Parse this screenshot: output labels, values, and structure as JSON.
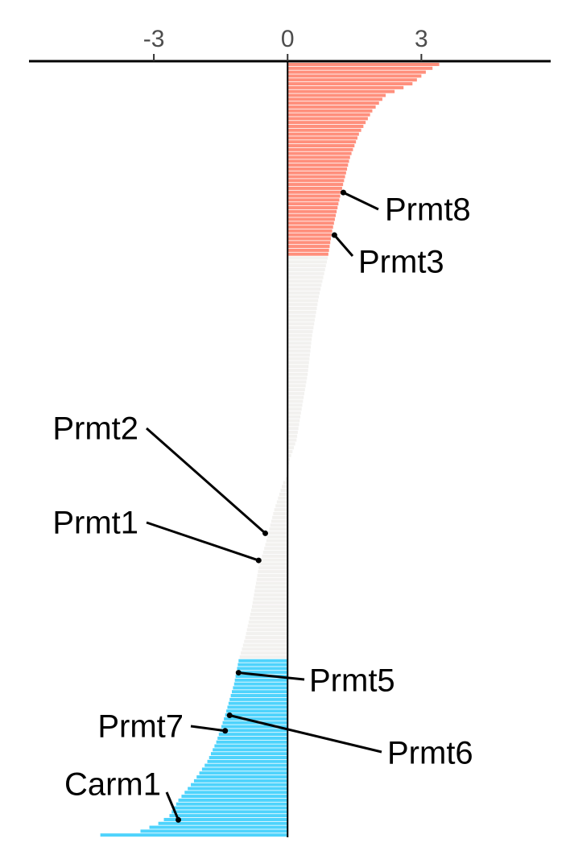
{
  "chart_data": {
    "type": "bar",
    "orientation": "horizontal",
    "title": "",
    "xlabel": "",
    "ylabel": "",
    "xlim": [
      -5.8,
      5.9
    ],
    "x_ticks": [
      {
        "value": -3,
        "label": "-3"
      },
      {
        "value": 0,
        "label": "0"
      },
      {
        "value": 3,
        "label": "3"
      }
    ],
    "grid": false,
    "legend": "none",
    "bar_count": 200,
    "colors": {
      "positive": "#FF8F7C",
      "neutral": "#F2F1EF",
      "negative": "#4ED3FC",
      "axis": "#000000",
      "tick_text": "#4d4d4d"
    },
    "segments": {
      "positive_rank_end": 50,
      "negative_rank_start": 154
    },
    "value_profile": [
      {
        "rank": 0,
        "value": 3.4
      },
      {
        "rank": 2,
        "value": 3.1
      },
      {
        "rank": 5,
        "value": 2.8
      },
      {
        "rank": 8,
        "value": 2.2
      },
      {
        "rank": 12,
        "value": 1.9
      },
      {
        "rank": 18,
        "value": 1.6
      },
      {
        "rank": 24,
        "value": 1.4
      },
      {
        "rank": 33,
        "value": 1.2
      },
      {
        "rank": 43,
        "value": 1.0
      },
      {
        "rank": 50,
        "value": 0.9
      },
      {
        "rank": 60,
        "value": 0.7
      },
      {
        "rank": 70,
        "value": 0.55
      },
      {
        "rank": 80,
        "value": 0.45
      },
      {
        "rank": 90,
        "value": 0.3
      },
      {
        "rank": 97,
        "value": 0.2
      },
      {
        "rank": 102,
        "value": 0.05
      },
      {
        "rank": 106,
        "value": 0.0
      },
      {
        "rank": 108,
        "value": -0.1
      },
      {
        "rank": 115,
        "value": -0.3
      },
      {
        "rank": 124,
        "value": -0.5
      },
      {
        "rank": 130,
        "value": -0.65
      },
      {
        "rank": 140,
        "value": -0.8
      },
      {
        "rank": 148,
        "value": -0.95
      },
      {
        "rank": 154,
        "value": -1.1
      },
      {
        "rank": 160,
        "value": -1.2
      },
      {
        "rank": 168,
        "value": -1.4
      },
      {
        "rank": 175,
        "value": -1.6
      },
      {
        "rank": 180,
        "value": -1.8
      },
      {
        "rank": 185,
        "value": -2.1
      },
      {
        "rank": 190,
        "value": -2.45
      },
      {
        "rank": 194,
        "value": -2.65
      },
      {
        "rank": 196,
        "value": -2.9
      },
      {
        "rank": 198,
        "value": -3.3
      },
      {
        "rank": 199,
        "value": -4.2
      }
    ],
    "annotations": [
      {
        "label": "Prmt8",
        "rank": 33,
        "value": 1.25,
        "side": "right"
      },
      {
        "label": "Prmt3",
        "rank": 44,
        "value": 1.05,
        "side": "right"
      },
      {
        "label": "Prmt2",
        "rank": 121,
        "value": -0.5,
        "side": "left"
      },
      {
        "label": "Prmt1",
        "rank": 128,
        "value": -0.65,
        "side": "left"
      },
      {
        "label": "Prmt5",
        "rank": 157,
        "value": -1.1,
        "side": "right"
      },
      {
        "label": "Prmt6",
        "rank": 168,
        "value": -1.3,
        "side": "right"
      },
      {
        "label": "Prmt7",
        "rank": 172,
        "value": -1.4,
        "side": "left"
      },
      {
        "label": "Carm1",
        "rank": 195,
        "value": -2.45,
        "side": "left"
      }
    ]
  }
}
